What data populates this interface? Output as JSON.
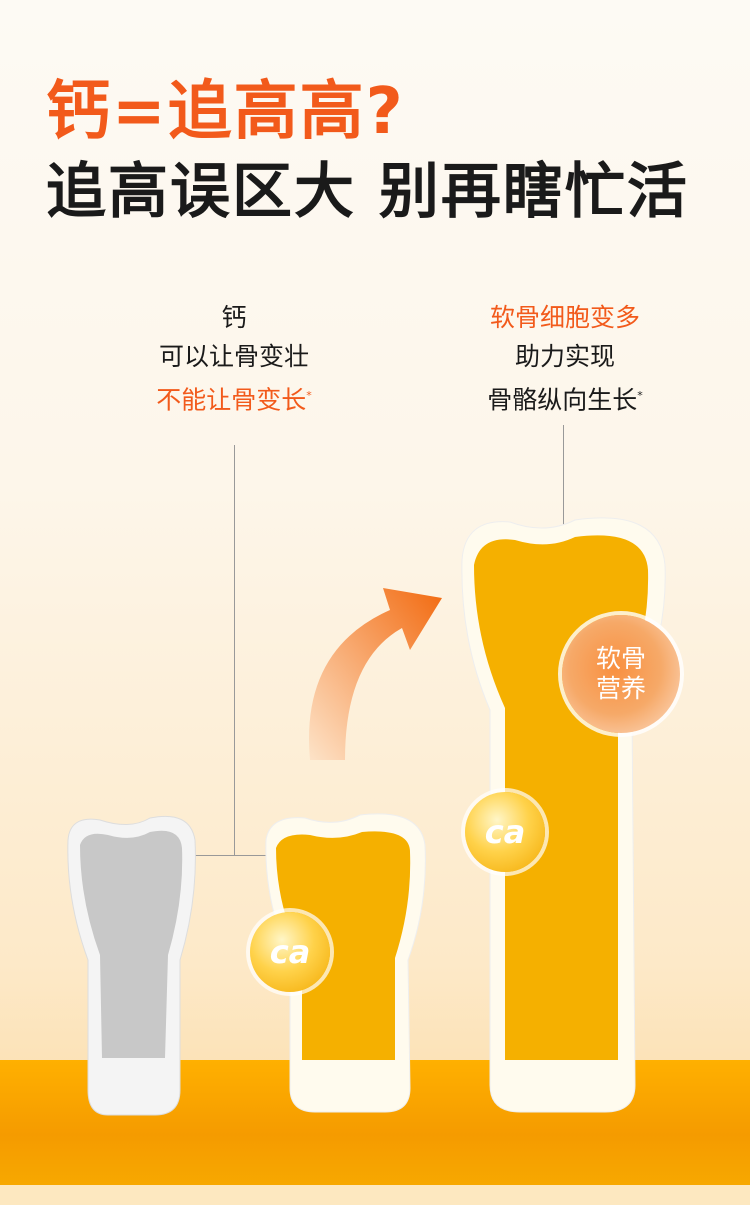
{
  "headline": {
    "title": "钙=追高高?",
    "subtitle": "追高误区大 别再瞎忙活"
  },
  "left_caption": {
    "line1": "钙",
    "line2": "可以让骨变壮",
    "line3": "不能让骨变长",
    "mark": "*"
  },
  "right_caption": {
    "line1": "软骨细胞变多",
    "line2": "助力实现",
    "line3": "骨骼纵向生长",
    "mark": "*"
  },
  "badges": {
    "calcium1": "ca",
    "calcium2": "ca",
    "cartilage_line1": "软骨",
    "cartilage_line2": "营养"
  },
  "colors": {
    "accent": "#f25a1b",
    "bone_fill": "#f5b000",
    "platform": "#f59b00"
  }
}
